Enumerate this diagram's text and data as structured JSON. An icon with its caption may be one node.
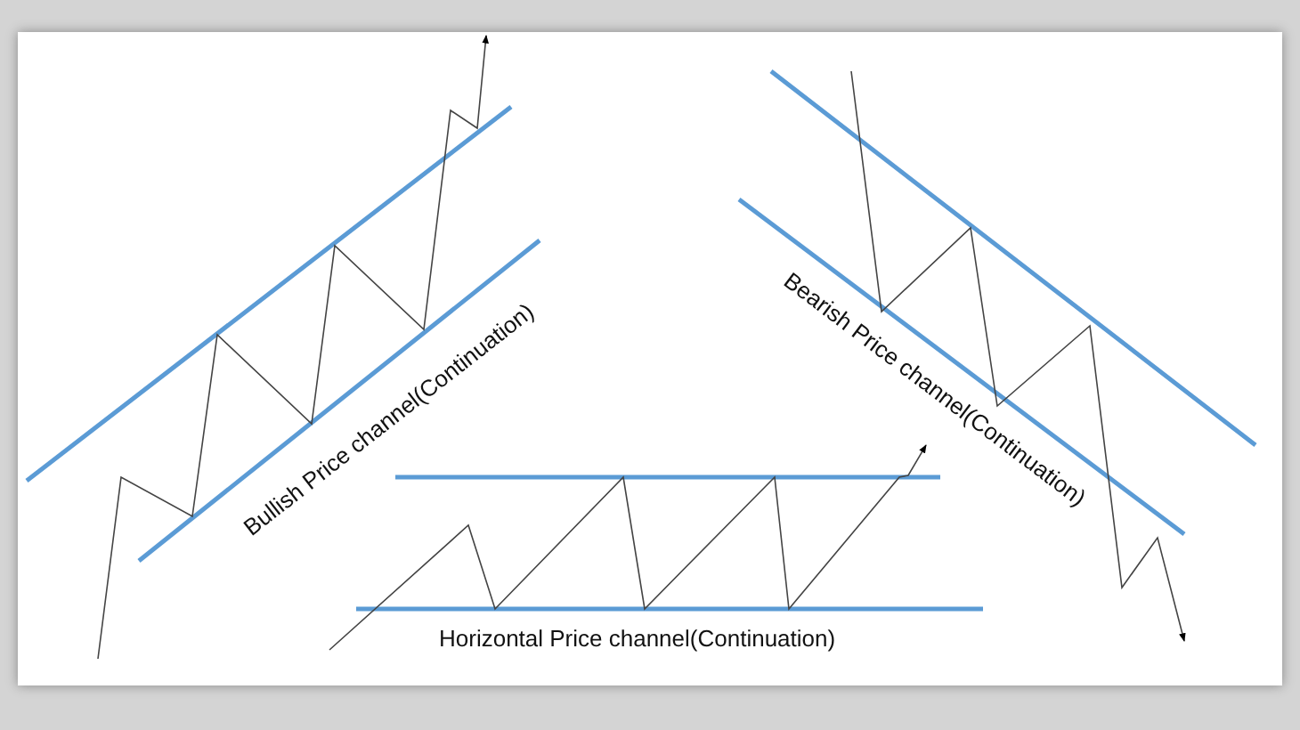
{
  "diagram": {
    "labels": [
      "Bullish Price channel(Continuation)",
      "Bearish Price channel(Continuation)",
      "Horizontal Price channel(Continuation)"
    ]
  }
}
